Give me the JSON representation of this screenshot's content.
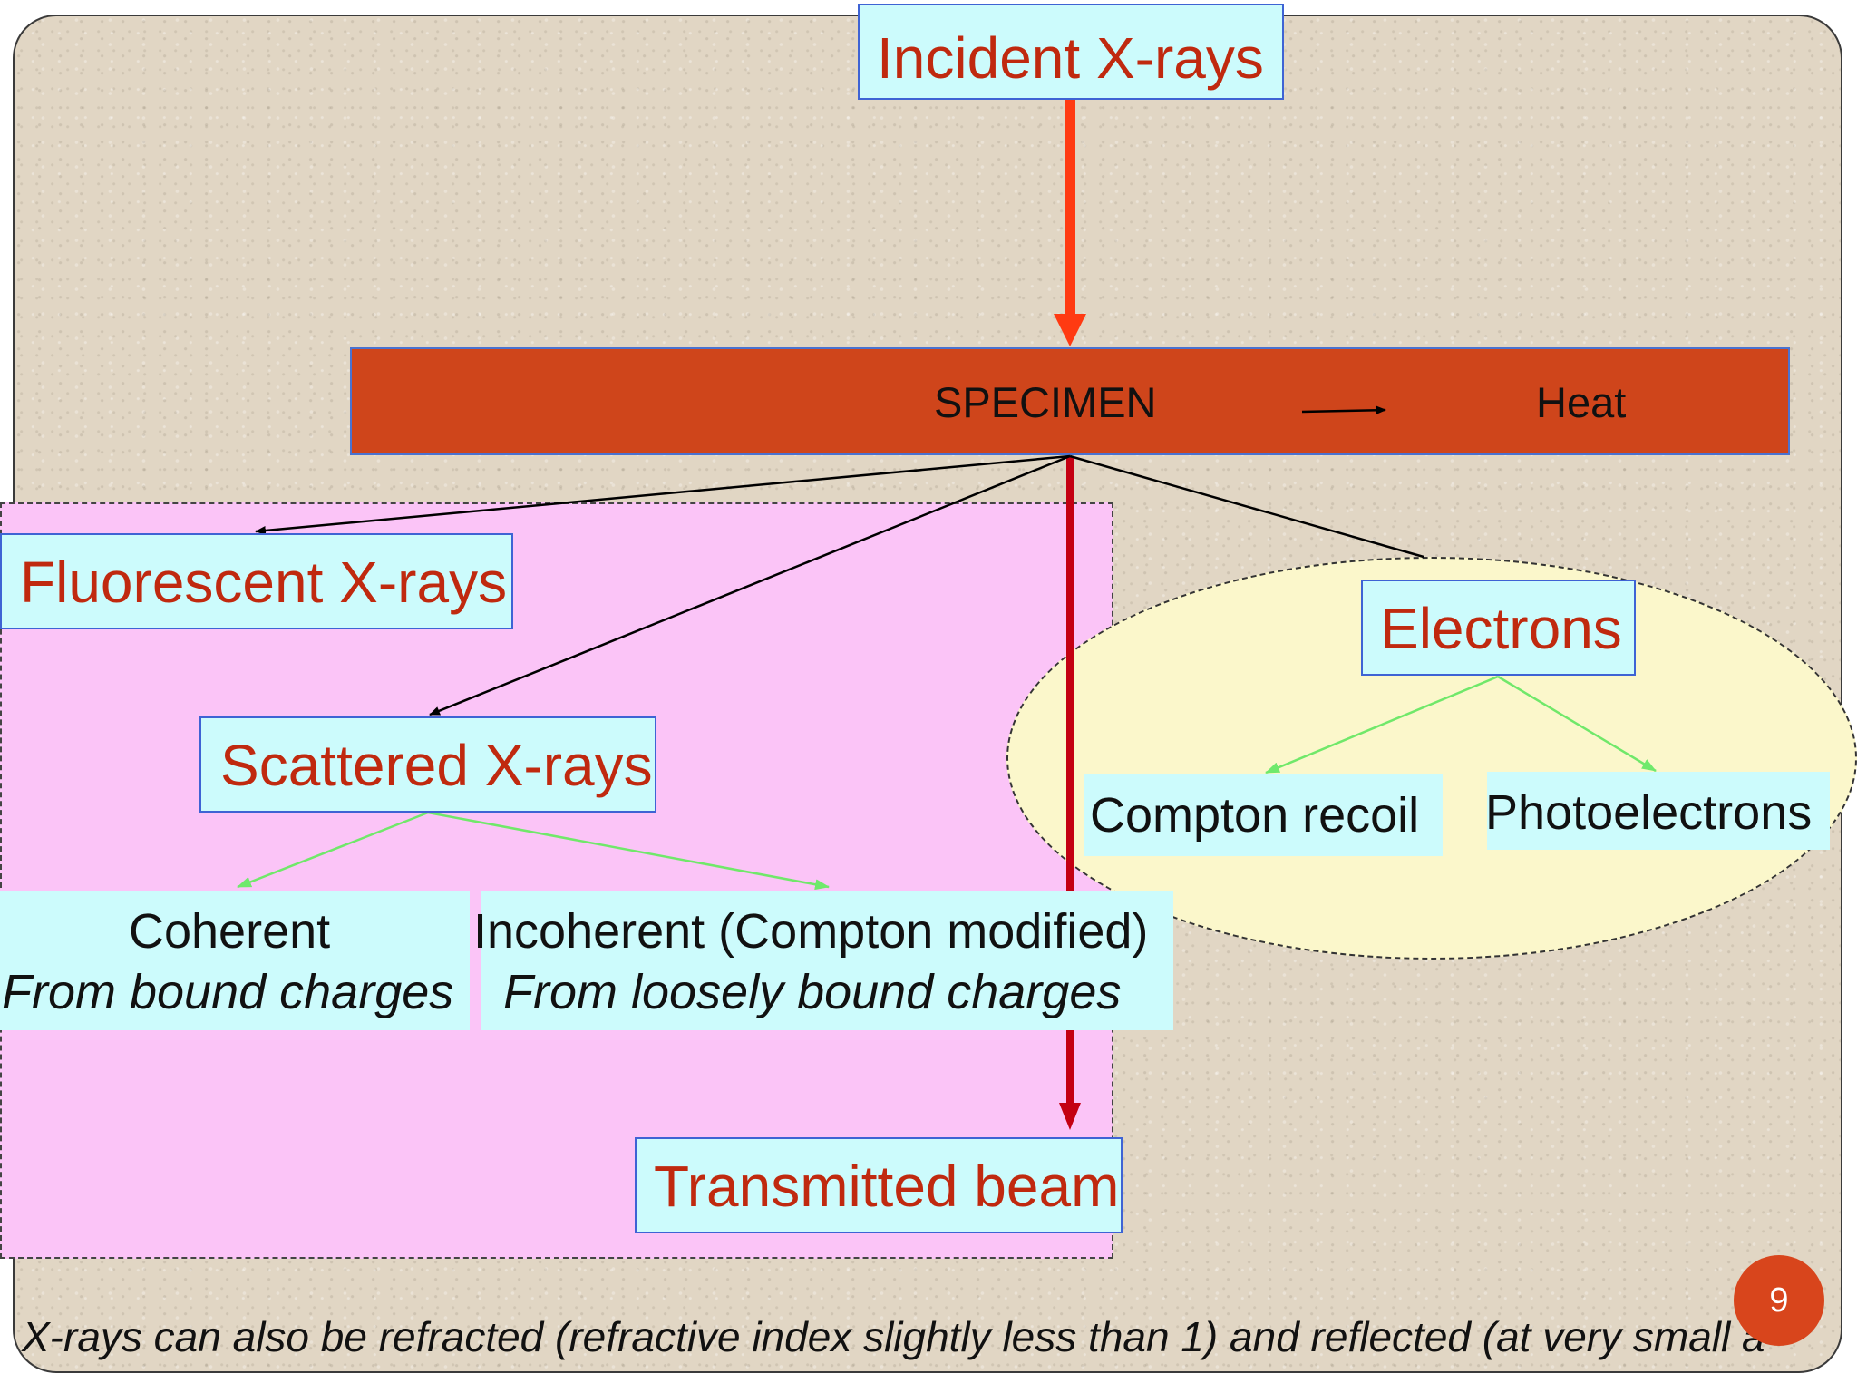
{
  "diagram": {
    "incident": "Incident X-rays",
    "specimen": "SPECIMEN",
    "heat": "Heat",
    "fluorescent": "Fluorescent X-rays",
    "scattered": "Scattered X-rays",
    "coherent": {
      "title": "Coherent",
      "subtitle": "From bound charges"
    },
    "incoherent": {
      "title": "Incoherent (Compton modified)",
      "subtitle": "From loosely bound charges"
    },
    "transmitted": "Transmitted beam",
    "electrons": "Electrons",
    "compton_recoil": "Compton recoil",
    "photoelectrons": "Photoelectrons"
  },
  "footer": {
    "note": "X-rays can also be refracted (refractive index slightly less than 1) and reflected (at very small a"
  },
  "page_number": "9",
  "colors": {
    "slide_background": "#e1d6c4",
    "specimen_bar": "#cf451b",
    "label_box": "#ccfbfc",
    "label_text": "#c0290f",
    "pink_region": "#fbc4f7",
    "yellow_region": "#fbf7cb",
    "incident_arrow": "#ff3a12",
    "transmitted_arrow": "#c40012",
    "branch_arrow": "#70e86a",
    "page_badge": "#d8451c"
  }
}
